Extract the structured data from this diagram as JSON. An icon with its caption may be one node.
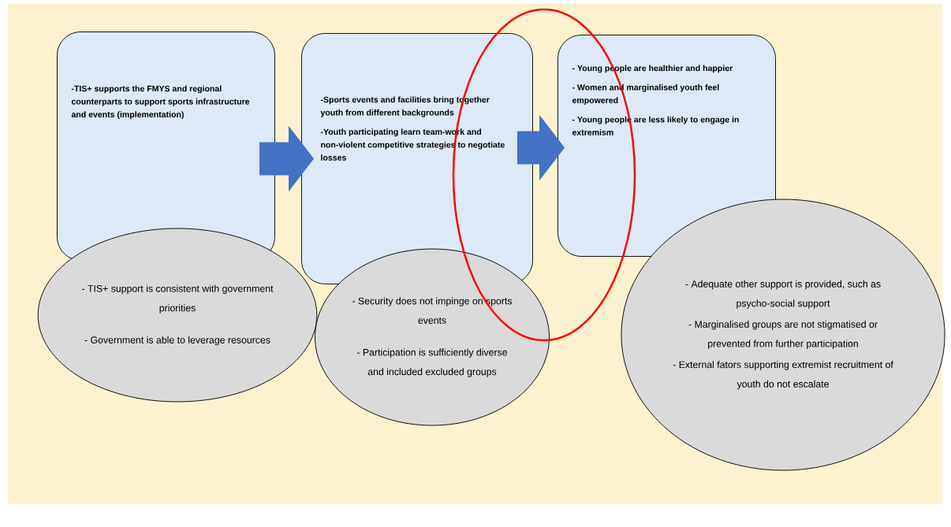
{
  "diagram": {
    "nodes": [
      {
        "text": [
          "-TIS+ supports the FMYS  and regional counterparts to support sports infrastructure and events (implementation)"
        ]
      },
      {
        "text": [
          "-Sports events and facilities bring together youth from different backgrounds",
          "-Youth participating learn team-work and non-violent competitive strategies to negotiate losses"
        ]
      },
      {
        "text": [
          "- Young people are healthier and happier",
          "- Women and marginalised youth feel empowered",
          "- Young people are less likely to engage in extremism"
        ]
      },
      {
        "text": [
          "- TIS+ support is consistent with government priorities",
          "- Government is able to leverage resources"
        ]
      },
      {
        "text": [
          "- Security does not impinge on sports events",
          "- Participation is sufficiently diverse and included excluded groups"
        ]
      },
      {
        "text": [
          "- Adequate other support is provided, such as psycho-social support",
          "- Marginalised groups are not stigmatised or prevented from further participation",
          "- External fators supporting extremist recruitment of youth do not escalate"
        ]
      }
    ],
    "edges": [
      {
        "from": 0,
        "to": 1,
        "arrow": "to"
      },
      {
        "from": 1,
        "to": 2,
        "arrow": "to"
      }
    ]
  }
}
